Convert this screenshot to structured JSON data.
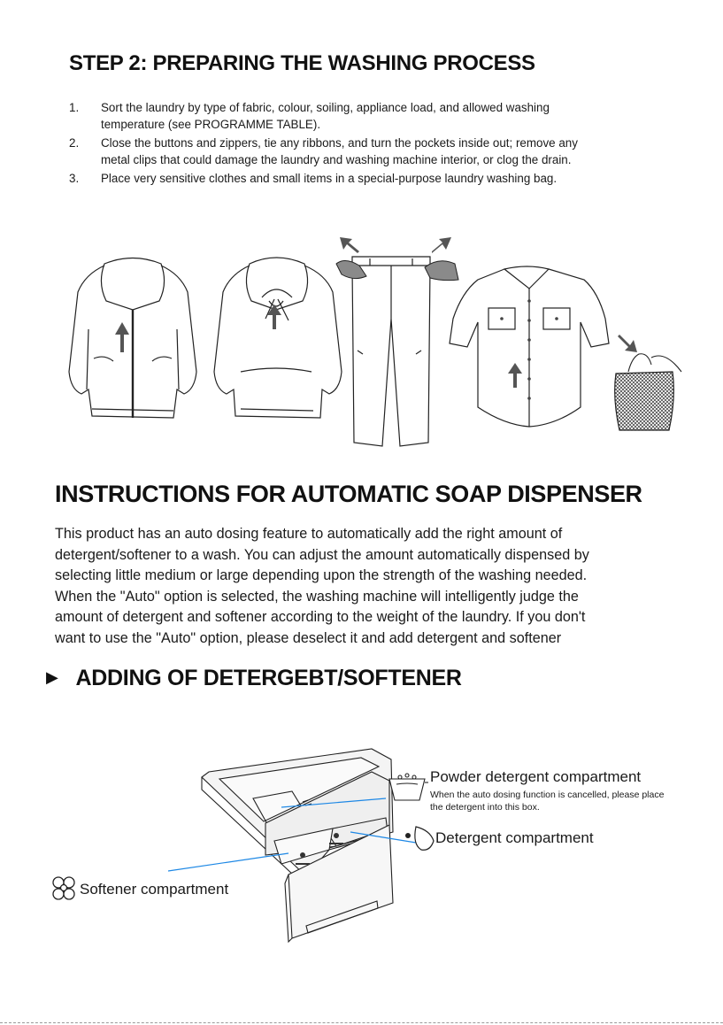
{
  "step2": {
    "title": "STEP 2: PREPARING THE WASHING PROCESS",
    "items": [
      {
        "num": "1.",
        "line1": "Sort the laundry by type of fabric, colour, soiling, appliance load, and allowed washing",
        "line2": "temperature (see PROGRAMME TABLE)."
      },
      {
        "num": "2.",
        "line1": "Close the buttons and zippers, tie any ribbons, and turn the pockets inside out; remove any",
        "line2": "metal clips that could damage the laundry and washing machine interior, or clog the drain."
      },
      {
        "num": "3.",
        "line1": "Place very sensitive clothes and small items in a special-purpose laundry washing bag.",
        "line2": ""
      }
    ]
  },
  "dispenser": {
    "title": "INSTRUCTIONS FOR AUTOMATIC SOAP DISPENSER",
    "lines": [
      "This product has an auto dosing feature to automatically add the right amount of",
      "detergent/softener to a wash. You can adjust the amount automatically dispensed by",
      "selecting little medium or large depending upon the strength of the washing needed.",
      "When the \"Auto\" option is selected, the  washing machine will intelligently judge the",
      "amount of detergent and softener according to the weight of the laundry. If you don't",
      "want to use the \"Auto\" option, please deselect it and add detergent and softener"
    ]
  },
  "adding": {
    "title": "ADDING OF DETERGEBT/SOFTENER",
    "powder_label": "Powder detergent compartment",
    "powder_note_1": "When the auto dosing function is cancelled, please place",
    "powder_note_2": "the detergent into this box.",
    "detergent_label": "Detergent compartment",
    "softener_label": "Softener compartment"
  },
  "colors": {
    "text": "#111111",
    "leader_line": "#1e88e5",
    "arrow_fill": "#555555"
  },
  "icons": [
    "zipper-hoodie-icon",
    "tie-ribbons-hoodie-icon",
    "pockets-out-jeans-icon",
    "buttoned-shirt-icon",
    "laundry-bag-icon",
    "powder-scoop-icon",
    "liquid-drop-icon",
    "flower-icon",
    "play-triangle-icon"
  ]
}
